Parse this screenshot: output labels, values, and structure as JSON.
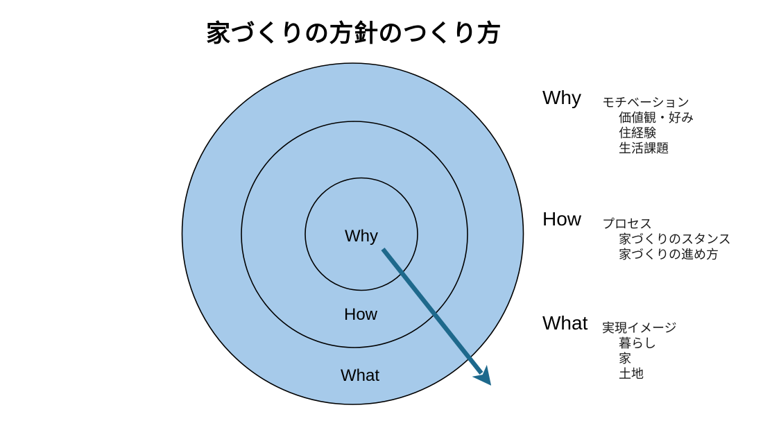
{
  "title": "家づくりの方針のつくり方",
  "colors": {
    "circle_fill": "#a6caea",
    "circle_stroke": "#000000",
    "arrow": "#1e698c",
    "text": "#000000"
  },
  "diagram": {
    "rings": [
      {
        "name": "inner",
        "label": "Why"
      },
      {
        "name": "middle",
        "label": "How"
      },
      {
        "name": "outer",
        "label": "What"
      }
    ],
    "arrow_direction": "from-center-outward"
  },
  "legend": {
    "sections": [
      {
        "label": "Why",
        "heading": "モチベーション",
        "items": [
          "価値観・好み",
          "住経験",
          "生活課題"
        ]
      },
      {
        "label": "How",
        "heading": "プロセス",
        "items": [
          "家づくりのスタンス",
          "家づくりの進め方"
        ]
      },
      {
        "label": "What",
        "heading": "実現イメージ",
        "items": [
          "暮らし",
          "家",
          "土地"
        ]
      }
    ]
  }
}
